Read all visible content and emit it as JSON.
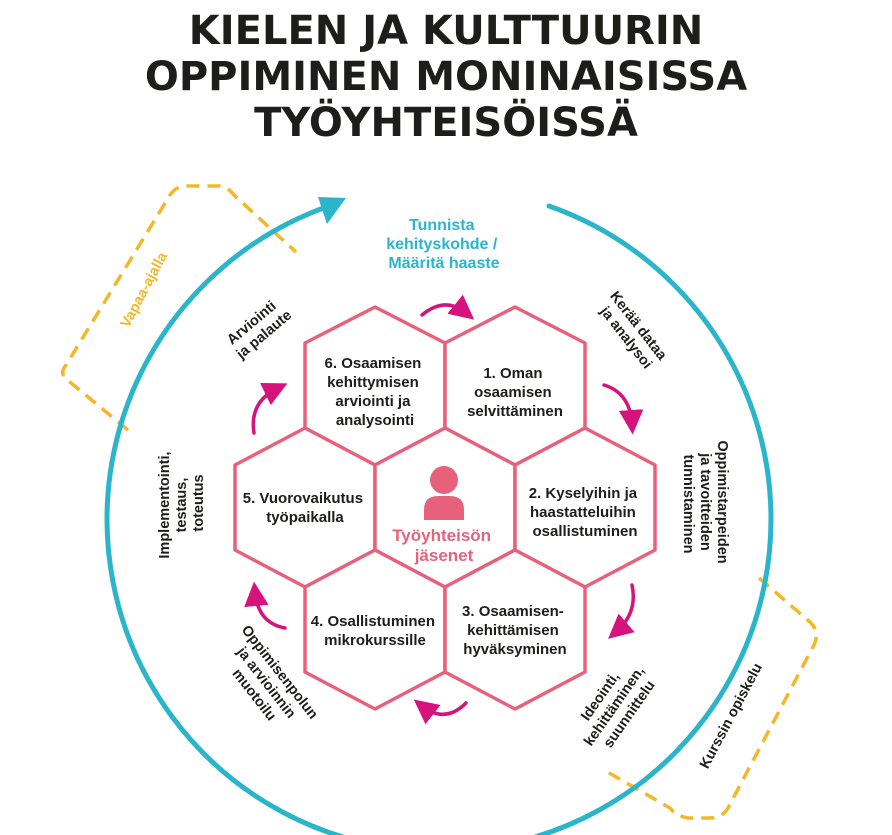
{
  "title": {
    "line1": "KIELEN JA KULTTUURIN",
    "line2": "OPPIMINEN MONINAISISSA",
    "line3": "TYÖYHTEISÖISSÄ"
  },
  "colors": {
    "teal": "#2bb5cb",
    "pink": "#e8617c",
    "magenta": "#d6127d",
    "gold": "#f3b82a",
    "text": "#1d1d1b"
  },
  "icons": {
    "center": "person-icon",
    "step_arrows": "curved-arrow-icon",
    "ring_arrow": "arrowhead-icon"
  },
  "top_label": [
    "Tunnista",
    "kehityskohde /",
    "Määritä haaste"
  ],
  "center": {
    "line1": "Työyhteisön",
    "line2": "jäsenet"
  },
  "hexagons": [
    {
      "id": "hex-1",
      "lines": [
        "1. Oman",
        "osaamisen",
        "selvittäminen"
      ]
    },
    {
      "id": "hex-2",
      "lines": [
        "2. Kyselyihin ja",
        "haastatteluihin",
        "osallistuminen"
      ]
    },
    {
      "id": "hex-3",
      "lines": [
        "3. Osaamisen-",
        "kehittämisen",
        "hyväksyminen"
      ]
    },
    {
      "id": "hex-4",
      "lines": [
        "4. Osallistuminen",
        "mikrokurssille"
      ]
    },
    {
      "id": "hex-5",
      "lines": [
        "5. Vuorovaikutus",
        "työpaikalla"
      ]
    },
    {
      "id": "hex-6",
      "lines": [
        "6. Osaamisen",
        "kehittymisen",
        "arviointi ja",
        "analysointi"
      ]
    }
  ],
  "ring_labels": [
    {
      "id": "data",
      "lines": [
        "Kerää dataa",
        "ja analysoi"
      ]
    },
    {
      "id": "needs",
      "lines": [
        "Oppimistarpeiden",
        "ja tavoitteiden",
        "tunnistaminen"
      ]
    },
    {
      "id": "ideate",
      "lines": [
        "Ideointi,",
        "kehittäminen,",
        "suunnittelu"
      ]
    },
    {
      "id": "design",
      "lines": [
        "Oppimisenpolun",
        "ja arvioinnin",
        "muotoilu"
      ]
    },
    {
      "id": "implement",
      "lines": [
        "Implementointi,",
        "testaus,",
        "toteutus"
      ]
    },
    {
      "id": "evaluate",
      "lines": [
        "Arviointi",
        "ja palaute"
      ]
    }
  ],
  "dashed_labels": {
    "free_time": "Vapaa-ajalla",
    "course": "Kurssin opiskelu"
  }
}
